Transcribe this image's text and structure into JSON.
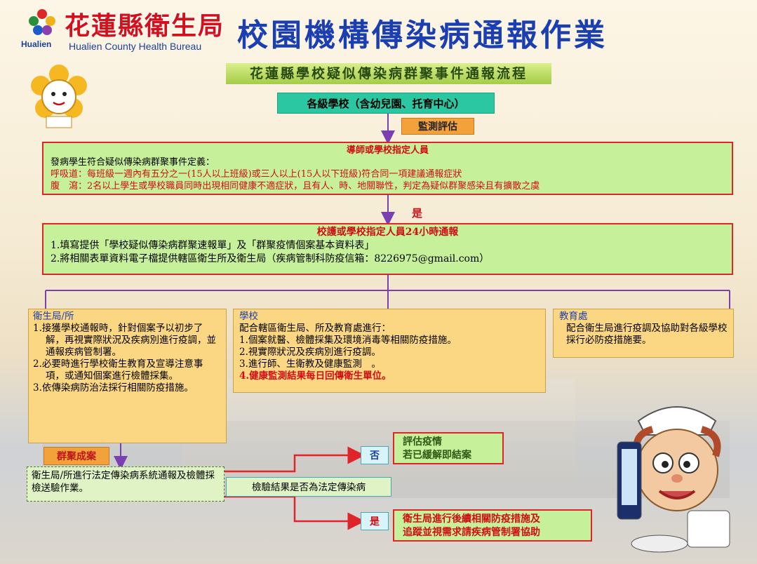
{
  "header": {
    "logo_text_cn": "花蓮縣衛生局",
    "logo_text_en": "Hualien County Health Bureau",
    "logo_sub": "Hualien",
    "main_title": "校園機構傳染病通報作業"
  },
  "flow": {
    "subtitle": "花蓮縣學校疑似傳染病群聚事件通報流程",
    "school_box": "各級學校（含幼兒園、托育中心）",
    "monitor_label": "監測評估",
    "box1": {
      "heading": "導師或學校指定人員",
      "line1": "發病學生符合疑似傳染病群聚事件定義：",
      "line2": "呼吸道：每班級一週內有五分之一(15人以上班級)或三人以上(15人以下班級)符合同一項建議通報症狀",
      "line3": "腹　瀉：2名以上學生或學校職員同時出現相同健康不適症狀，且有人、時、地關聯性，判定為疑似群聚感染且有擴散之虞"
    },
    "yes_label": "是",
    "box2": {
      "heading": "校護或學校指定人員24小時通報",
      "line1": "1.填寫提供「學校疑似傳染病群聚速報單」及「群聚疫情個案基本資料表」",
      "line2": "2.將相關表單資料電子檔提供轄區衛生所及衛生局（疾病管制科防疫信箱：8226975@gmail.com）"
    },
    "health_box": {
      "title": "衛生局/所",
      "items": [
        "1.接獲學校通報時，針對個案予以初步了解，再視實際狀況及疾病別進行疫調，並通報疾病管制署。",
        "2.必要時進行學校衛生教育及宣導注意事項，或通知個案進行檢體採集。",
        "3.依傳染病防治法採行相關防疫措施。"
      ]
    },
    "school_box2": {
      "title": "學校",
      "intro": "配合轄區衛生局、所及教育處進行：",
      "items": [
        "1.個案就醫、檢體採集及環境消毒等相關防疫措施。",
        "2.視實際狀況及疾病別進行疫調。",
        "3.進行師、生衛教及健康監測　。"
      ],
      "item4": "4.健康監測結果每日回傳衛生單位。"
    },
    "edu_box": {
      "title": "教育處",
      "text": "配合衛生局進行疫調及協助對各級學校採行必防疫措施要。"
    },
    "cluster_label": "群聚成案",
    "report_box": "衛生局/所進行法定傳染病系統通報及檢體採檢送驗作業。",
    "question": "檢驗結果是否為法定傳染病",
    "no_label": "否",
    "yes2_label": "是",
    "eval_box": {
      "line1": "評估疫情",
      "line2": "若已緩解即結案"
    },
    "follow_box": {
      "line1": "衛生局進行後續相關防疫措施及",
      "line2": "追蹤並視需求請疾病管制署協助"
    }
  }
}
